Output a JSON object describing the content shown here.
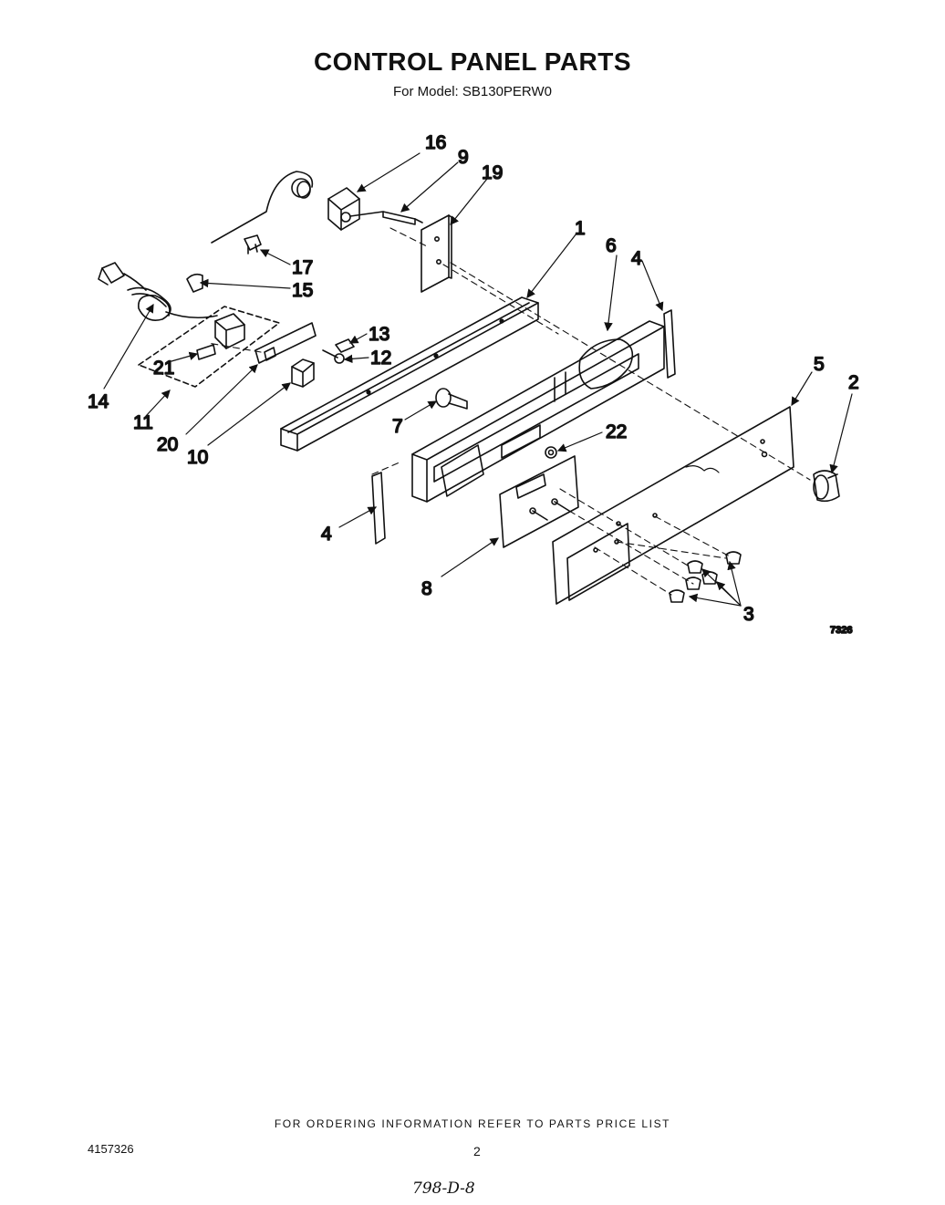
{
  "header": {
    "title": "CONTROL PANEL PARTS",
    "model_line": "For Model: SB130PERW0"
  },
  "diagram": {
    "figure_number": "7326",
    "callouts": {
      "c1": "1",
      "c2": "2",
      "c3": "3",
      "c4a": "4",
      "c4b": "4",
      "c5": "5",
      "c6": "6",
      "c7": "7",
      "c8": "8",
      "c9": "9",
      "c10": "10",
      "c11": "11",
      "c12": "12",
      "c13": "13",
      "c14": "14",
      "c15": "15",
      "c16": "16",
      "c17": "17",
      "c19": "19",
      "c20": "20",
      "c21": "21",
      "c22": "22"
    }
  },
  "footer": {
    "ordering_note": "FOR ORDERING INFORMATION REFER TO PARTS PRICE LIST",
    "document_number": "4157326",
    "page_number": "2",
    "handwritten_note": "798-D-8"
  }
}
